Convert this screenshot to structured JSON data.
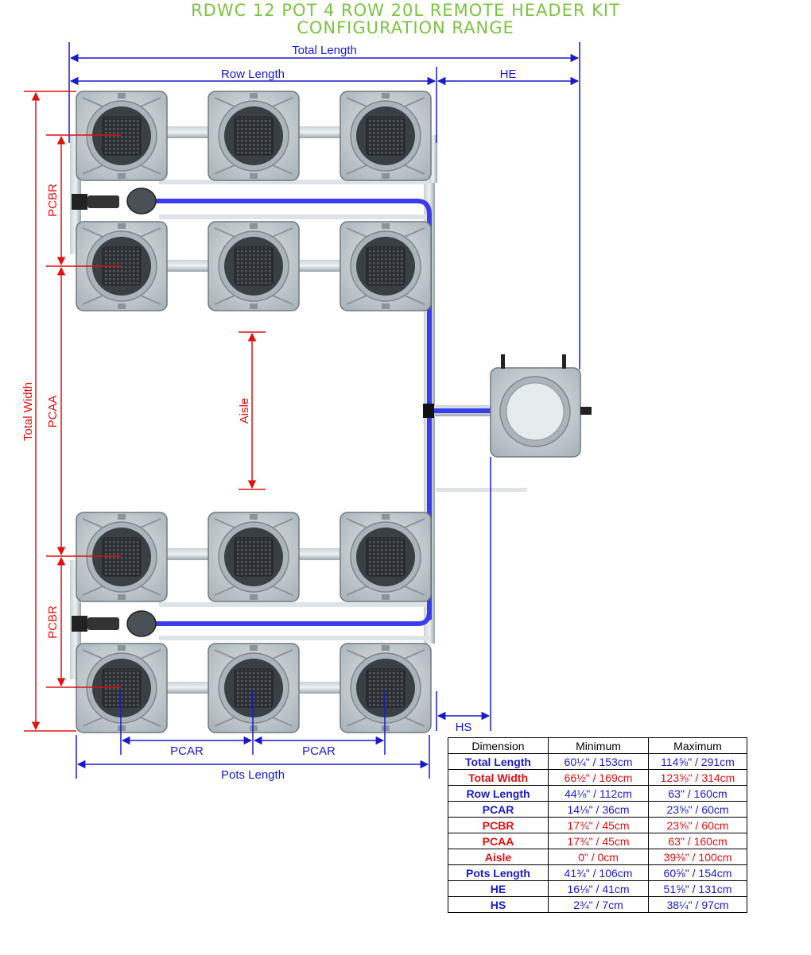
{
  "title": {
    "line1": "RDWC 12 POT 4 ROW 20L REMOTE HEADER KIT",
    "line2": "CONFIGURATION RANGE"
  },
  "labels": {
    "total_length": "Total Length",
    "row_length": "Row Length",
    "he": "HE",
    "total_width": "Total Width",
    "pcbr": "PCBR",
    "pcaa": "PCAA",
    "aisle": "Aisle",
    "pcar": "PCAR",
    "pots_length": "Pots Length",
    "hs": "HS"
  },
  "colors": {
    "title": "#7dc242",
    "blue_dim": "#1a1acc",
    "red_dim": "#e01010",
    "pipe_blue": "#3b3bf0",
    "pot_body": "#c8d0d4",
    "pot_lid": "#3a3f44"
  },
  "table": {
    "headers": [
      "Dimension",
      "Minimum",
      "Maximum"
    ],
    "rows": [
      {
        "dimension": "Total Length",
        "minimum": "60¼\" / 153cm",
        "maximum": "114⅝\" / 291cm",
        "color": "blue"
      },
      {
        "dimension": "Total Width",
        "minimum": "66½\" / 169cm",
        "maximum": "123⅝\" / 314cm",
        "color": "red"
      },
      {
        "dimension": "Row Length",
        "minimum": "44⅛\" / 112cm",
        "maximum": "63\" / 160cm",
        "color": "blue"
      },
      {
        "dimension": "PCAR",
        "minimum": "14⅛\" / 36cm",
        "maximum": "23⅝\" / 60cm",
        "color": "blue"
      },
      {
        "dimension": "PCBR",
        "minimum": "17¾\" / 45cm",
        "maximum": "23⅝\" / 60cm",
        "color": "red"
      },
      {
        "dimension": "PCAA",
        "minimum": "17¾\" / 45cm",
        "maximum": "63\" / 160cm",
        "color": "red"
      },
      {
        "dimension": "Aisle",
        "minimum": "0\" / 0cm",
        "maximum": "39⅜\" / 100cm",
        "color": "red"
      },
      {
        "dimension": "Pots Length",
        "minimum": "41¾\" / 106cm",
        "maximum": "60⅝\" / 154cm",
        "color": "blue"
      },
      {
        "dimension": "HE",
        "minimum": "16⅛\" / 41cm",
        "maximum": "51⅝\" / 131cm",
        "color": "blue"
      },
      {
        "dimension": "HS",
        "minimum": "2¾\" / 7cm",
        "maximum": "38¼\" / 97cm",
        "color": "blue"
      }
    ]
  }
}
